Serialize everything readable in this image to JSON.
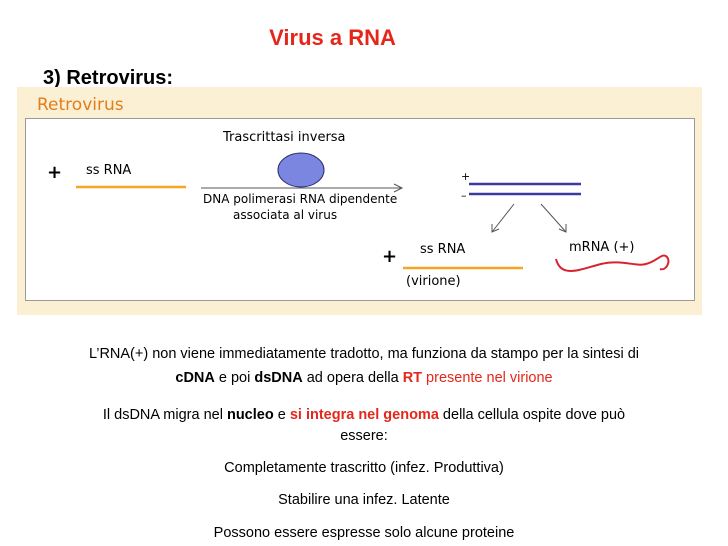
{
  "title": "Virus a RNA",
  "subtitle": "3) Retrovirus:",
  "figure": {
    "label": "Retrovirus",
    "left_sign": "+",
    "left_strand": "ss RNA",
    "enzyme_name": "Trascrittasi inversa",
    "enzyme_desc_line1": "DNA polimerasi RNA dipendente",
    "enzyme_desc_line2": "associata al virus",
    "dsdna_plus": "+",
    "dsdna_minus": "–",
    "right_sign": "+",
    "right_strand": "ss RNA",
    "virion": "(virione)",
    "mrna": "mRNA (+)"
  },
  "paragraph1": {
    "part1": "L’RNA(+) non viene immediatamente tradotto, ma funziona da stampo per la sintesi di",
    "cdna": "cDNA",
    "e_poi": " e poi ",
    "dsdna": "dsDNA",
    "ad_opera": " ad opera della ",
    "rt": "RT",
    "presente": " presente nel virione"
  },
  "paragraph2": {
    "part1": "Il dsDNA migra nel ",
    "nucleo": "nucleo",
    "e": " e ",
    "integra": "si integra nel genoma",
    "part2": " della cellula ospite dove può",
    "part3": "essere:"
  },
  "items": [
    "Completamente trascritto (infez. Produttiva)",
    "Stabilire una infez. Latente",
    "Possono essere espresse solo alcune proteine"
  ],
  "colors": {
    "title_red": "#e4271b",
    "figure_bg": "#fbf0d3",
    "figure_label": "#e27d1b",
    "rna_strand": "#f5a623",
    "dna_strand": "#3b3b9b",
    "enzyme_fill": "#7b86e0",
    "mrna": "#d8232e"
  }
}
